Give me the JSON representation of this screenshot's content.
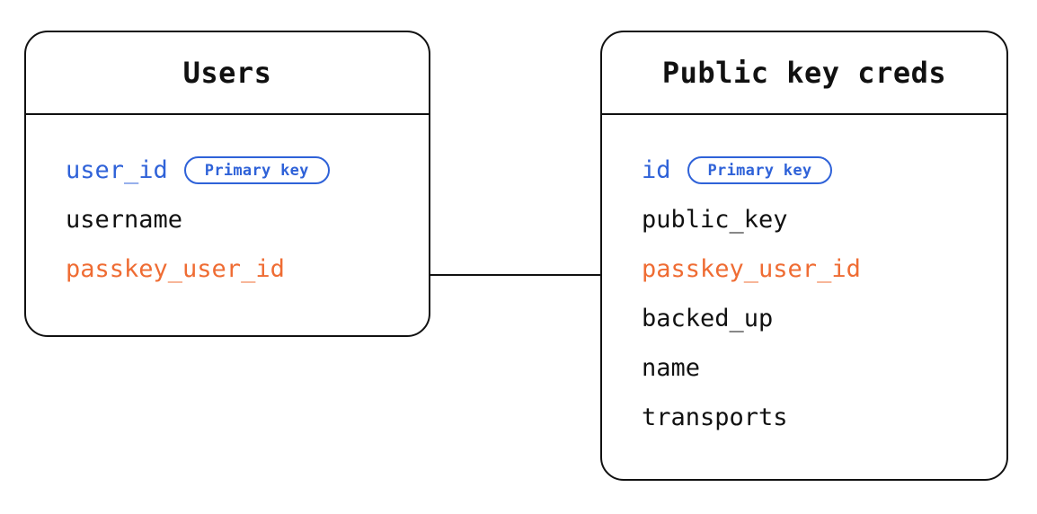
{
  "diagram": {
    "type": "entity-relationship",
    "background_color": "#ffffff",
    "colors": {
      "stroke": "#111111",
      "primary_key": "#2f62d8",
      "foreign_key": "#ef6c33",
      "plain_text": "#111111"
    }
  },
  "entities": [
    {
      "id": "users",
      "title": "Users",
      "fields": [
        {
          "name": "user_id",
          "role": "pk",
          "badge": "Primary key"
        },
        {
          "name": "username",
          "role": "plain",
          "badge": null
        },
        {
          "name": "passkey_user_id",
          "role": "fk",
          "badge": null
        }
      ]
    },
    {
      "id": "public_key_creds",
      "title": "Public key creds",
      "fields": [
        {
          "name": "id",
          "role": "pk",
          "badge": "Primary key"
        },
        {
          "name": "public_key",
          "role": "plain",
          "badge": null
        },
        {
          "name": "passkey_user_id",
          "role": "fk",
          "badge": null
        },
        {
          "name": "backed_up",
          "role": "plain",
          "badge": null
        },
        {
          "name": "name",
          "role": "plain",
          "badge": null
        },
        {
          "name": "transports",
          "role": "plain",
          "badge": null
        }
      ]
    }
  ],
  "relationships": [
    {
      "from": "users",
      "to": "public_key_creds",
      "via_field": "passkey_user_id",
      "label": ""
    }
  ]
}
